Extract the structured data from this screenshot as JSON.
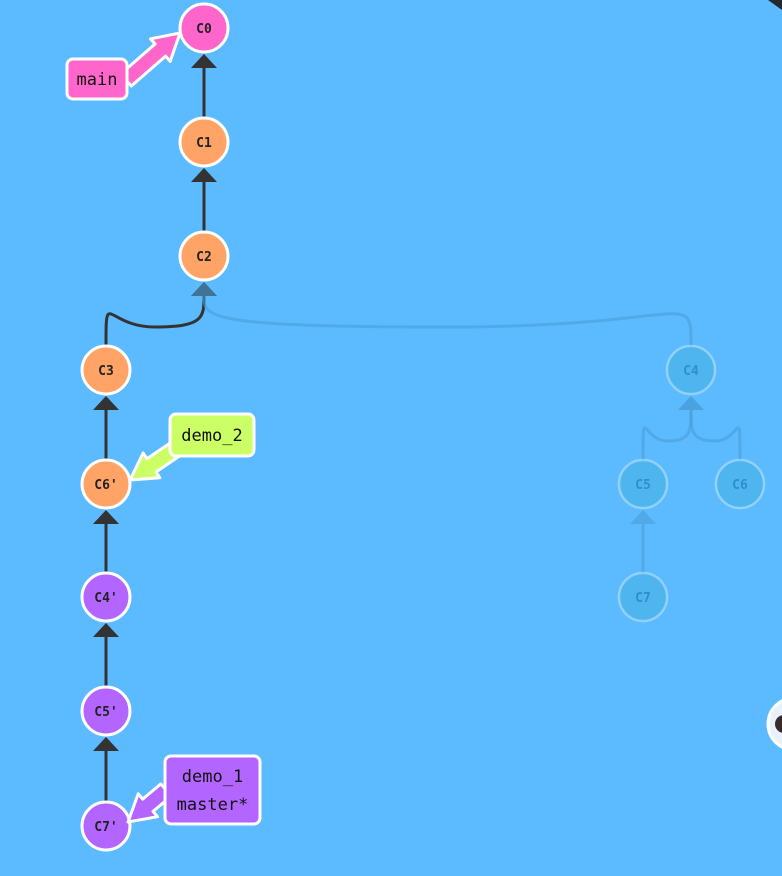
{
  "commits": [
    {
      "id": "C0",
      "label": "C0",
      "color": "#ff66cc",
      "faded": false
    },
    {
      "id": "C1",
      "label": "C1",
      "color": "#ffa366",
      "faded": false
    },
    {
      "id": "C2",
      "label": "C2",
      "color": "#ffa366",
      "faded": false
    },
    {
      "id": "C3",
      "label": "C3",
      "color": "#ffa366",
      "faded": false
    },
    {
      "id": "C6p",
      "label": "C6'",
      "color": "#ffa366",
      "faded": false
    },
    {
      "id": "C4p",
      "label": "C4'",
      "color": "#b366ff",
      "faded": false
    },
    {
      "id": "C5p",
      "label": "C5'",
      "color": "#b366ff",
      "faded": false
    },
    {
      "id": "C7p",
      "label": "C7'",
      "color": "#b366ff",
      "faded": false
    },
    {
      "id": "C4",
      "label": "C4",
      "color": "#4fb5ef",
      "faded": true
    },
    {
      "id": "C5",
      "label": "C5",
      "color": "#4fb5ef",
      "faded": true
    },
    {
      "id": "C6",
      "label": "C6",
      "color": "#4fb5ef",
      "faded": true
    },
    {
      "id": "C7",
      "label": "C7",
      "color": "#4fb5ef",
      "faded": true
    }
  ],
  "edges": [
    {
      "from": "C1",
      "to": "C0",
      "faded": false
    },
    {
      "from": "C2",
      "to": "C1",
      "faded": false
    },
    {
      "from": "C3",
      "to": "C2",
      "faded": false
    },
    {
      "from": "C6p",
      "to": "C3",
      "faded": false
    },
    {
      "from": "C4p",
      "to": "C6p",
      "faded": false
    },
    {
      "from": "C5p",
      "to": "C4p",
      "faded": false
    },
    {
      "from": "C7p",
      "to": "C5p",
      "faded": false
    },
    {
      "from": "C4",
      "to": "C2",
      "faded": true
    },
    {
      "from": "C5",
      "to": "C4",
      "faded": true
    },
    {
      "from": "C6",
      "to": "C4",
      "faded": true
    },
    {
      "from": "C7",
      "to": "C5",
      "faded": true
    }
  ],
  "branches": [
    {
      "name": "main",
      "lines": [
        "main"
      ],
      "color": "#ff66cc",
      "target": "C0"
    },
    {
      "name": "demo_2",
      "lines": [
        "demo_2"
      ],
      "color": "#ccff66",
      "target": "C6p"
    },
    {
      "name": "demo_1",
      "lines": [
        "demo_1",
        "master*"
      ],
      "color": "#b366ff",
      "target": "C7p"
    }
  ],
  "colors": {
    "background": "#5cbaff",
    "edge": "#333333",
    "faded_edge": "#4a9fd8",
    "node_stroke": "#ffffff"
  }
}
